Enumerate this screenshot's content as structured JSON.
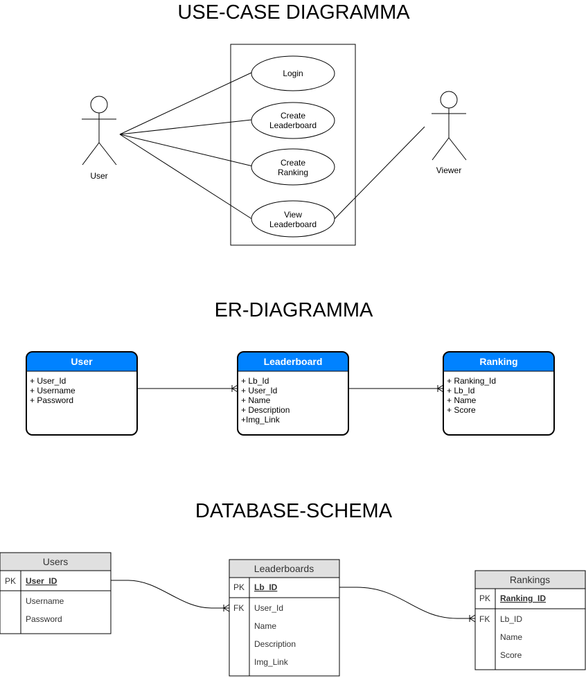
{
  "titles": {
    "use_case": "USE-CASE DIAGRAMMA",
    "er": "ER-DIAGRAMMA",
    "db": "DATABASE-SCHEMA"
  },
  "use_case": {
    "actor_user": "User",
    "actor_viewer": "Viewer",
    "uc_login": "Login",
    "uc_create_lb_1": "Create",
    "uc_create_lb_2": "Leaderboard",
    "uc_create_rk_1": "Create",
    "uc_create_rk_2": "Ranking",
    "uc_view_lb_1": "View",
    "uc_view_lb_2": "Leaderboard"
  },
  "er": {
    "header_color": "#0082ff",
    "user": {
      "name": "User",
      "attrs": [
        "+ User_Id",
        "+ Username",
        "+ Password"
      ]
    },
    "leaderboard": {
      "name": "Leaderboard",
      "attrs": [
        "+ Lb_Id",
        "+ User_Id",
        "+ Name",
        "+ Description",
        "+Img_Link"
      ]
    },
    "ranking": {
      "name": "Ranking",
      "attrs": [
        "+ Ranking_Id",
        "+ Lb_Id",
        "+ Name",
        "+ Score"
      ]
    }
  },
  "db": {
    "header_color": "#e0e0e0",
    "users": {
      "name": "Users",
      "pk_label": "PK",
      "pk_field": "User_ID",
      "fields": [
        "Username",
        "Password"
      ]
    },
    "leaderboards": {
      "name": "Leaderboards",
      "pk_label": "PK",
      "pk_field": "Lb_ID",
      "fk_label": "FK",
      "fields": [
        "User_Id",
        "Name",
        "Description",
        "Img_Link"
      ]
    },
    "rankings": {
      "name": "Rankings",
      "pk_label": "PK",
      "pk_field": "Ranking_ID",
      "fk_label": "FK",
      "fields": [
        "Lb_ID",
        "Name",
        "Score"
      ]
    }
  }
}
